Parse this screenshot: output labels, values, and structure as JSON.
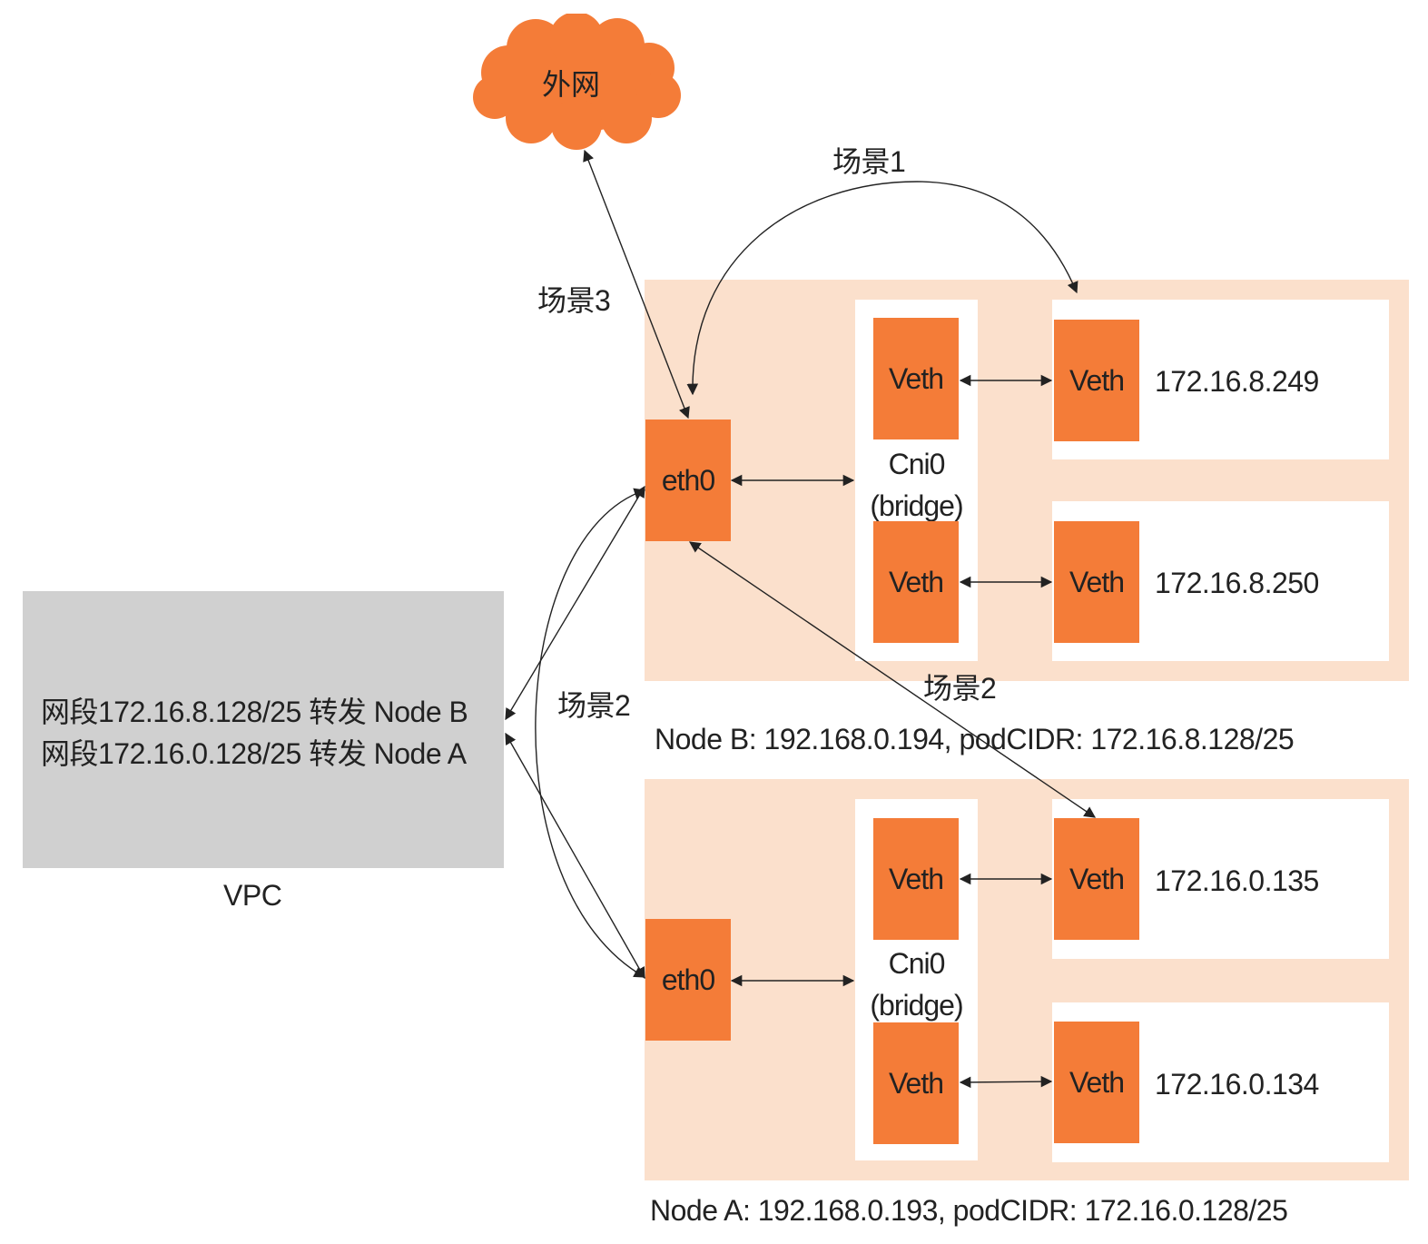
{
  "colors": {
    "node_background": "#fbe0cc",
    "interface_orange": "#f47c38",
    "vpc_gray": "#d0d0d0",
    "line": "#222222"
  },
  "internet": {
    "label": "外网",
    "icon": "cloud-icon"
  },
  "scenarios": {
    "s1": "场景1",
    "s2_left": "场景2",
    "s2_right": "场景2",
    "s3": "场景3"
  },
  "vpc": {
    "caption": "VPC",
    "routes": [
      "网段172.16.8.128/25 转发 Node B",
      "网段172.16.0.128/25 转发 Node A"
    ]
  },
  "nodes": [
    {
      "id": "node-b",
      "caption": "Node B: 192.168.0.194, podCIDR: 172.16.8.128/25",
      "eth": "eth0",
      "bridge": [
        "Cni0",
        "(bridge)"
      ],
      "pods": [
        {
          "host_veth": "Veth",
          "pod_veth": "Veth",
          "ip": "172.16.8.249"
        },
        {
          "host_veth": "Veth",
          "pod_veth": "Veth",
          "ip": "172.16.8.250"
        }
      ]
    },
    {
      "id": "node-a",
      "caption": "Node A: 192.168.0.193, podCIDR: 172.16.0.128/25",
      "eth": "eth0",
      "bridge": [
        "Cni0",
        "(bridge)"
      ],
      "pods": [
        {
          "host_veth": "Veth",
          "pod_veth": "Veth",
          "ip": "172.16.0.135"
        },
        {
          "host_veth": "Veth",
          "pod_veth": "Veth",
          "ip": "172.16.0.134"
        }
      ]
    }
  ]
}
